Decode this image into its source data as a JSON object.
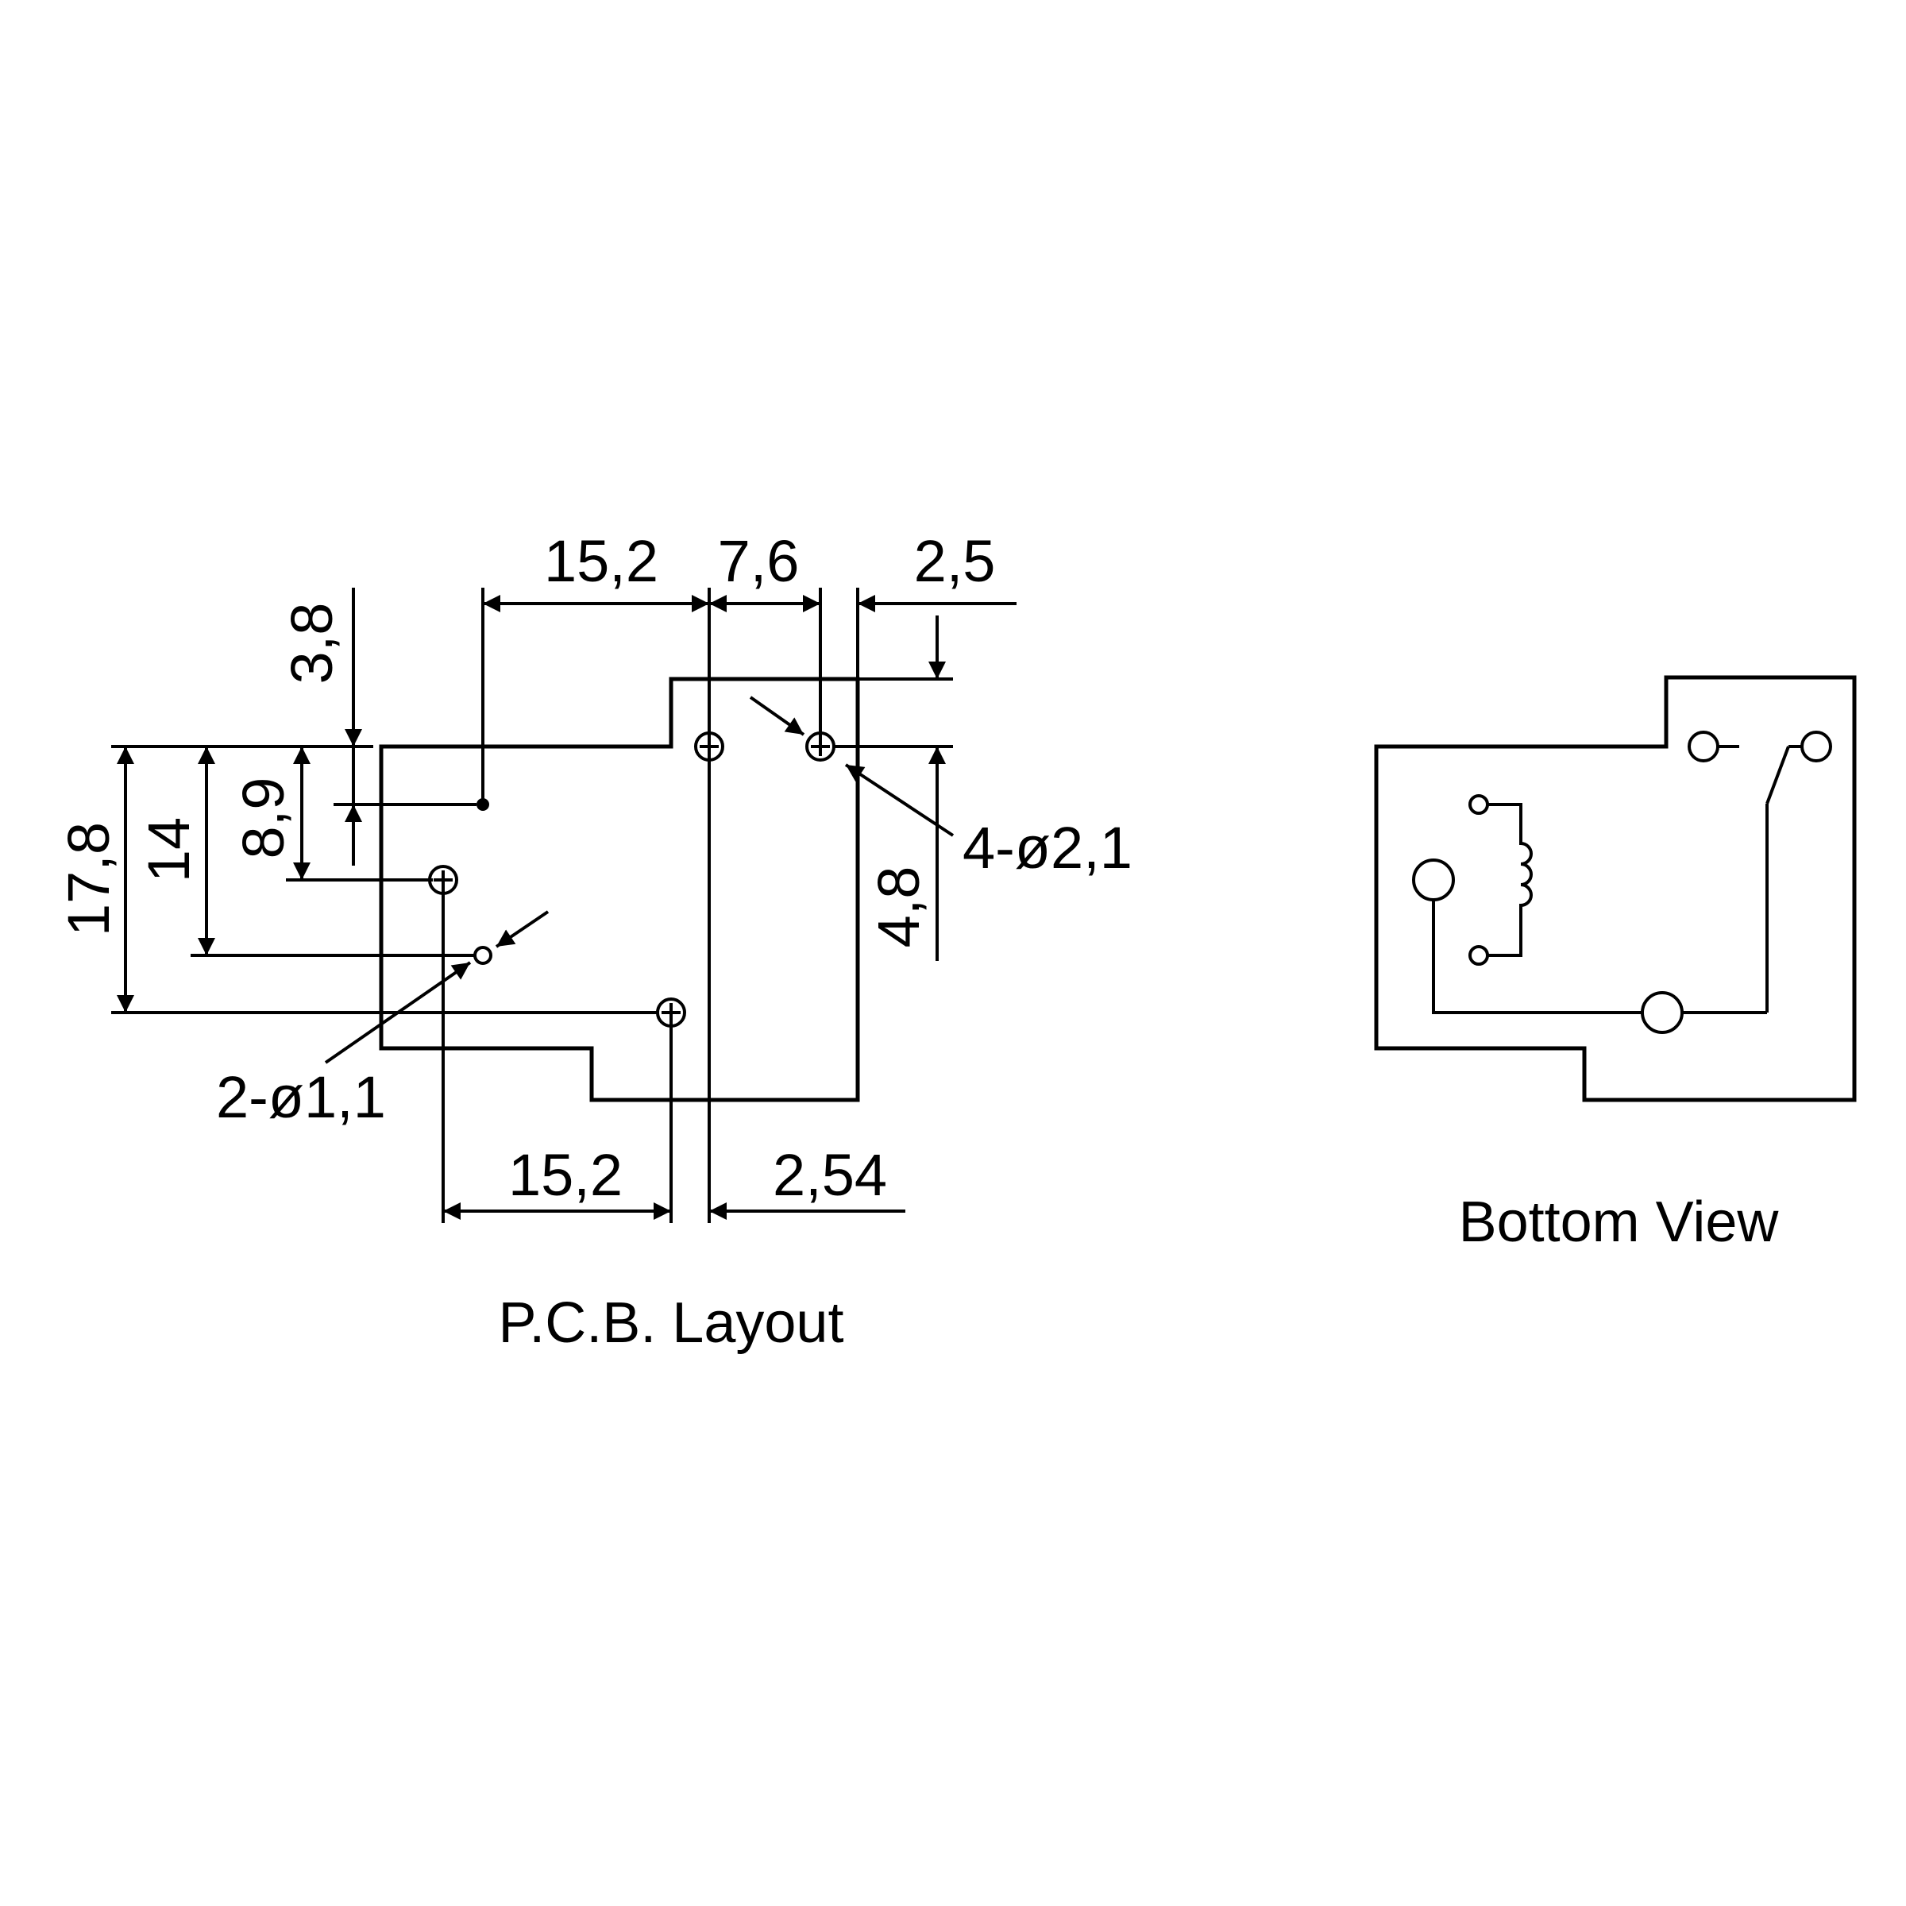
{
  "pcb_layout": {
    "caption": "P.C.B. Layout",
    "dims_top": [
      "15,2",
      "7,6",
      "2,5"
    ],
    "dims_bottom": [
      "15,2",
      "2,54"
    ],
    "dims_left": [
      "3,8",
      "8,9",
      "14",
      "17,8"
    ],
    "dim_right": "4,8",
    "hole_large": "4-ø2,1",
    "hole_small": "2-ø1,1"
  },
  "bottom_view": {
    "caption": "Bottom View"
  }
}
